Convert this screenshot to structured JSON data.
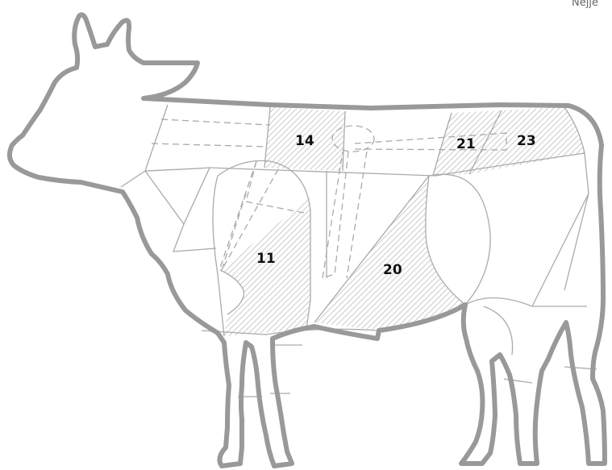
{
  "header": {
    "corner_text": "Nejje"
  },
  "diagram": {
    "subject": "cow-outline-meat-cuts",
    "colors": {
      "outline": "#999999",
      "inner_line": "#aaaaaa",
      "hatch": "#bdbdbd",
      "label": "#111111"
    },
    "cuts": [
      {
        "id": "cut-14",
        "label": "14",
        "highlighted": true
      },
      {
        "id": "cut-11",
        "label": "11",
        "highlighted": true
      },
      {
        "id": "cut-20",
        "label": "20",
        "highlighted": true
      },
      {
        "id": "cut-21",
        "label": "21",
        "highlighted": true
      },
      {
        "id": "cut-23",
        "label": "23",
        "highlighted": true
      }
    ]
  }
}
